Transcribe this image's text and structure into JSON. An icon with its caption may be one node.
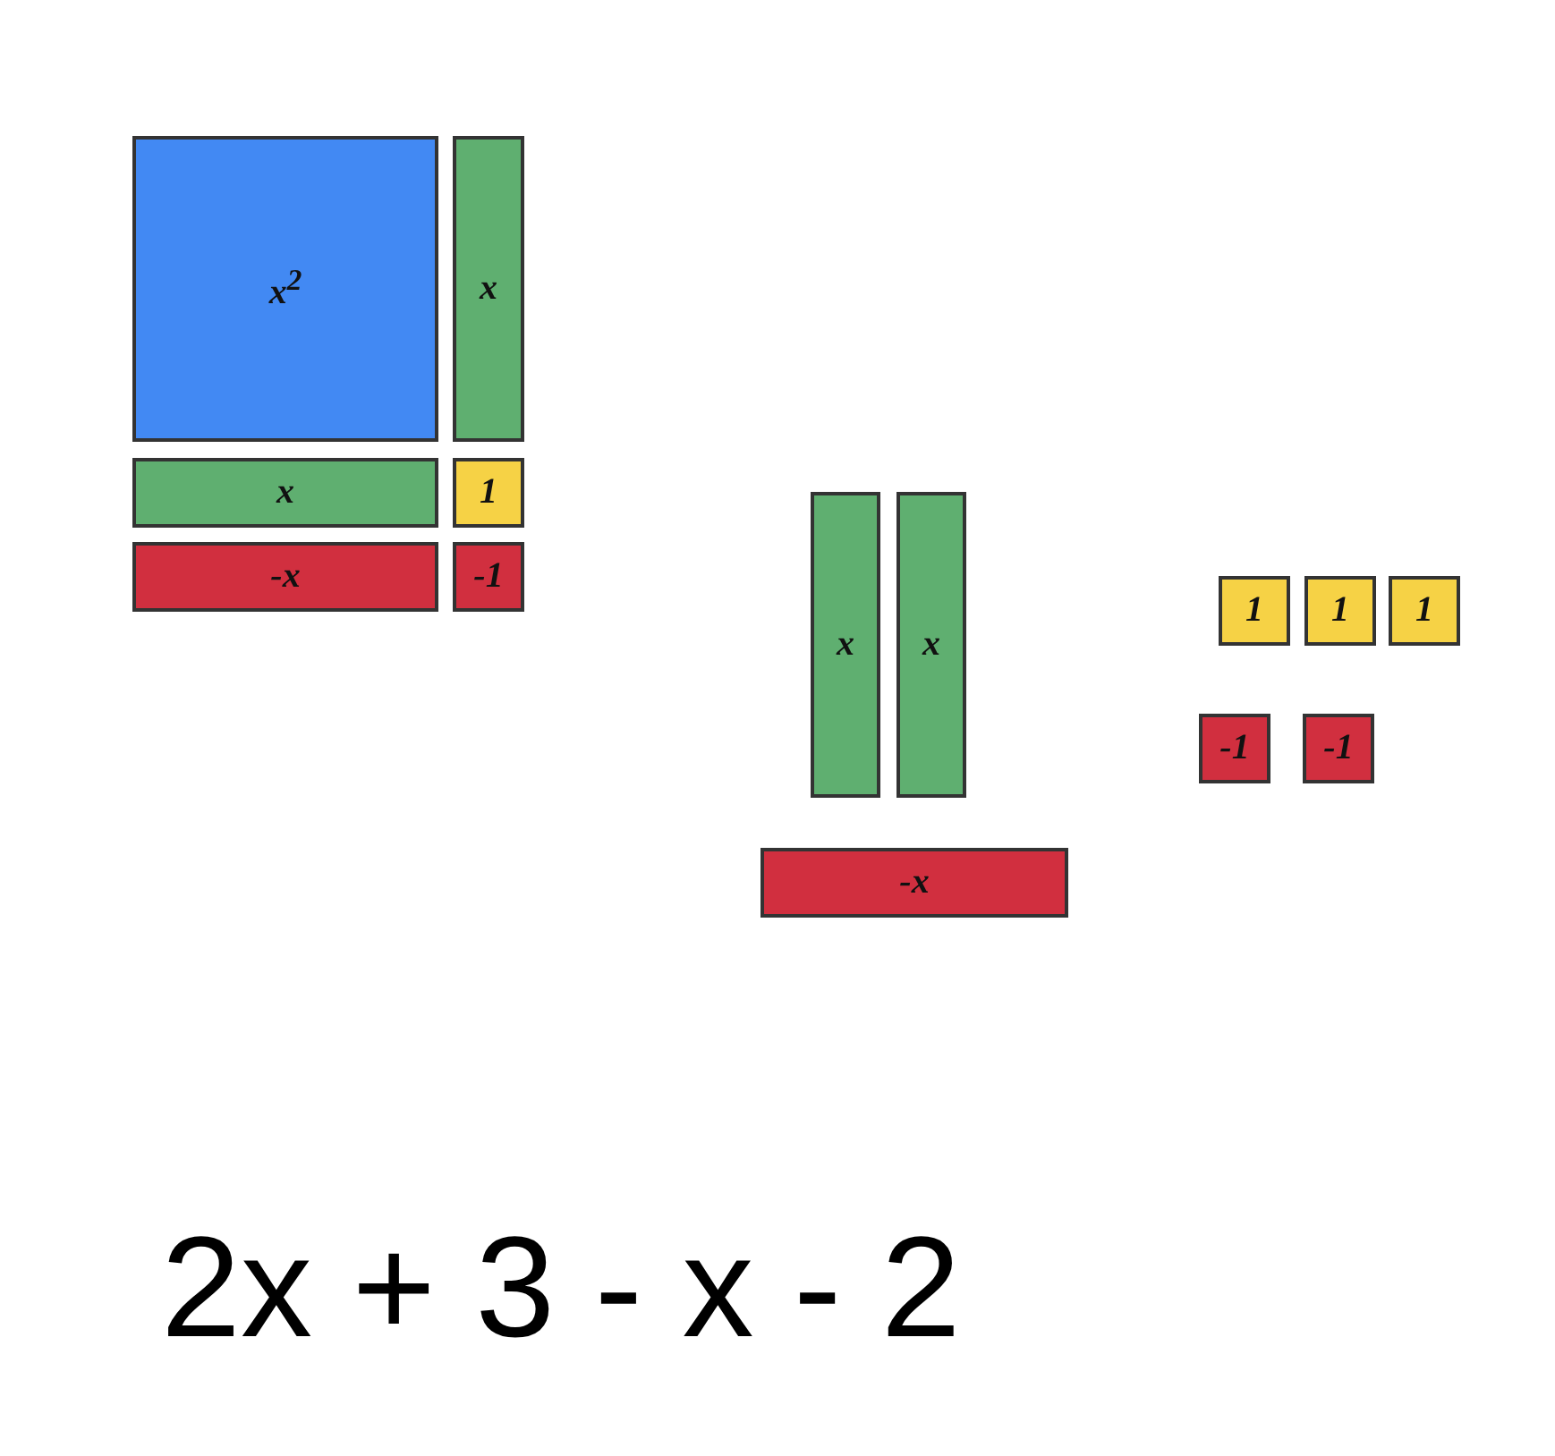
{
  "diagram": {
    "nodes": [
      {
        "text": [
          "x$^{2}$"
        ]
      },
      {
        "text": [
          "x"
        ]
      },
      {
        "text": [
          "x"
        ]
      },
      {
        "text": [
          "1"
        ]
      },
      {
        "text": [
          "-x"
        ]
      },
      {
        "text": [
          "-1"
        ]
      },
      {
        "text": [
          "x"
        ]
      },
      {
        "text": [
          "x"
        ]
      },
      {
        "text": [
          "-x"
        ]
      },
      {
        "text": [
          "1"
        ]
      },
      {
        "text": [
          "1"
        ]
      },
      {
        "text": [
          "1"
        ]
      },
      {
        "text": [
          "-1"
        ]
      },
      {
        "text": [
          "-1"
        ]
      }
    ],
    "labels": [
      "2x + 3 - x - 2"
    ]
  }
}
